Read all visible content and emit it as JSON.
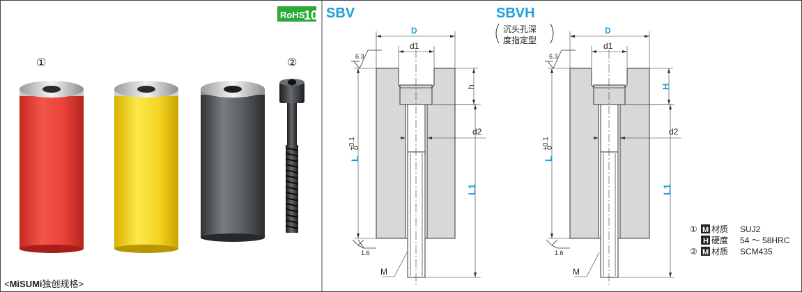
{
  "badge": {
    "text_rohs": "RoHS",
    "text_num": "10",
    "color": "#2eaa3a"
  },
  "photo": {
    "marker_1": "①",
    "marker_2": "②",
    "caption_open": "<",
    "caption_brand": "MiSUMi",
    "caption_rest": "独创规格>",
    "colors": {
      "red": "#e8433a",
      "yellow": "#f2d31c",
      "gray": "#55585c"
    }
  },
  "sbv": {
    "title": "SBV",
    "dim_D": "D",
    "dim_d1": "d1",
    "dim_h": "h",
    "dim_d2": "d2",
    "dim_L": "L",
    "tol_upper": "+0.1",
    "tol_lower": "0",
    "dim_L1": "L1",
    "finish_top": "6.3",
    "finish_bottom": "1.6",
    "thread": "M"
  },
  "sbvh": {
    "title": "SBVH",
    "note_line1": "沉头孔深",
    "note_line2": "度指定型",
    "dim_D": "D",
    "dim_d1": "d1",
    "dim_H": "H",
    "dim_d2": "d2",
    "dim_L": "L",
    "tol_upper": "+0.1",
    "tol_lower": "0",
    "dim_L1": "L1",
    "finish_top": "6.3",
    "finish_bottom": "1.6",
    "thread": "M"
  },
  "specs": {
    "row1_num": "①",
    "row1_icon": "M",
    "row1_label": "材质",
    "row1_value": "SUJ2",
    "row2_icon": "H",
    "row2_label": "硬度",
    "row2_value": "54 ～ 58HRC",
    "row3_num": "②",
    "row3_icon": "M",
    "row3_label": "材质",
    "row3_value": "SCM435"
  },
  "colors": {
    "accent_blue": "#1d9fd8",
    "body_fill": "#d8d8d8",
    "line": "#333333"
  }
}
